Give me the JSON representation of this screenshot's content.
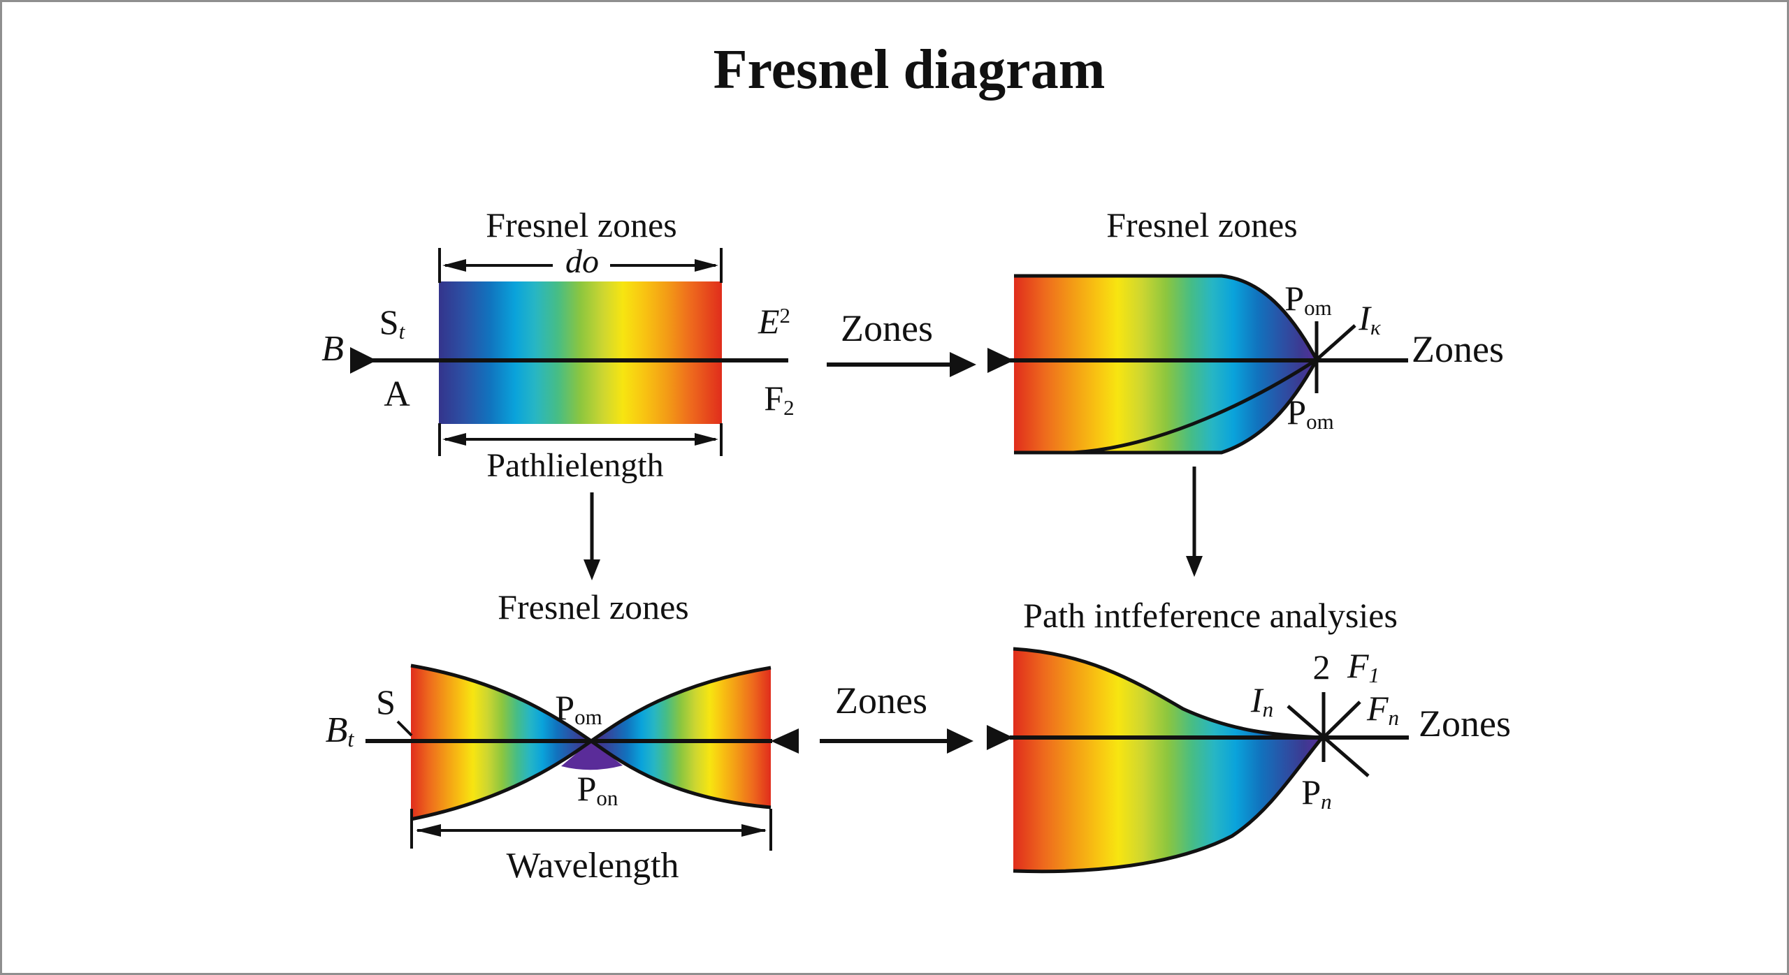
{
  "page": {
    "title": "Fresnel diagram",
    "background_color": "#ffffff",
    "border_color": "#8f8f8f",
    "outline_color": "#111111",
    "spectrum_colors": [
      "#34348c",
      "#2b51a5",
      "#1173be",
      "#0aa3db",
      "#27b6c4",
      "#47bd85",
      "#8cc63f",
      "#cdd631",
      "#f7e511",
      "#f8c212",
      "#f39a16",
      "#ee6a1d",
      "#e02d1c"
    ],
    "violet_terminal_color": "#5a2c99"
  },
  "connectors": {
    "top_zones_label": "Zones",
    "bottom_zones_label": "Zones"
  },
  "panels": {
    "top_left": {
      "title": "Fresnel zones",
      "top_dim_label": "do",
      "bottom_dim_label": "Pathlielength",
      "source_label": "B",
      "above_line_label": {
        "base": "S",
        "sub": "t"
      },
      "below_line_label": "A",
      "right_top_label": {
        "base": "E",
        "sup": "2"
      },
      "right_bottom_label": {
        "base": "F",
        "sub": "2"
      }
    },
    "top_right": {
      "title": "Fresnel zones",
      "top_point_label": {
        "base": "P",
        "sub": "om"
      },
      "diag_label": {
        "base": "I",
        "sub": "κ"
      },
      "axis_label": "Zones",
      "bottom_point_label": {
        "base": "P",
        "sub": "om"
      }
    },
    "bottom_left": {
      "title": "Fresnel zones",
      "source_label": {
        "base": "B",
        "sub": "t"
      },
      "s_label": "S",
      "top_point_label": {
        "base": "P",
        "sub": "om"
      },
      "bottom_point_label": {
        "base": "P",
        "sub": "on"
      },
      "bottom_dim_label": "Wavelength"
    },
    "bottom_right": {
      "title": "Path intfeference analysies",
      "two_label": "2",
      "f1_label": {
        "base": "F",
        "sub": "1"
      },
      "i_label": {
        "base": "I",
        "sub": "n"
      },
      "fn_label": {
        "base": "F",
        "sub": "n"
      },
      "axis_label": "Zones",
      "p_label": {
        "base": "P",
        "sub": "n"
      }
    }
  }
}
